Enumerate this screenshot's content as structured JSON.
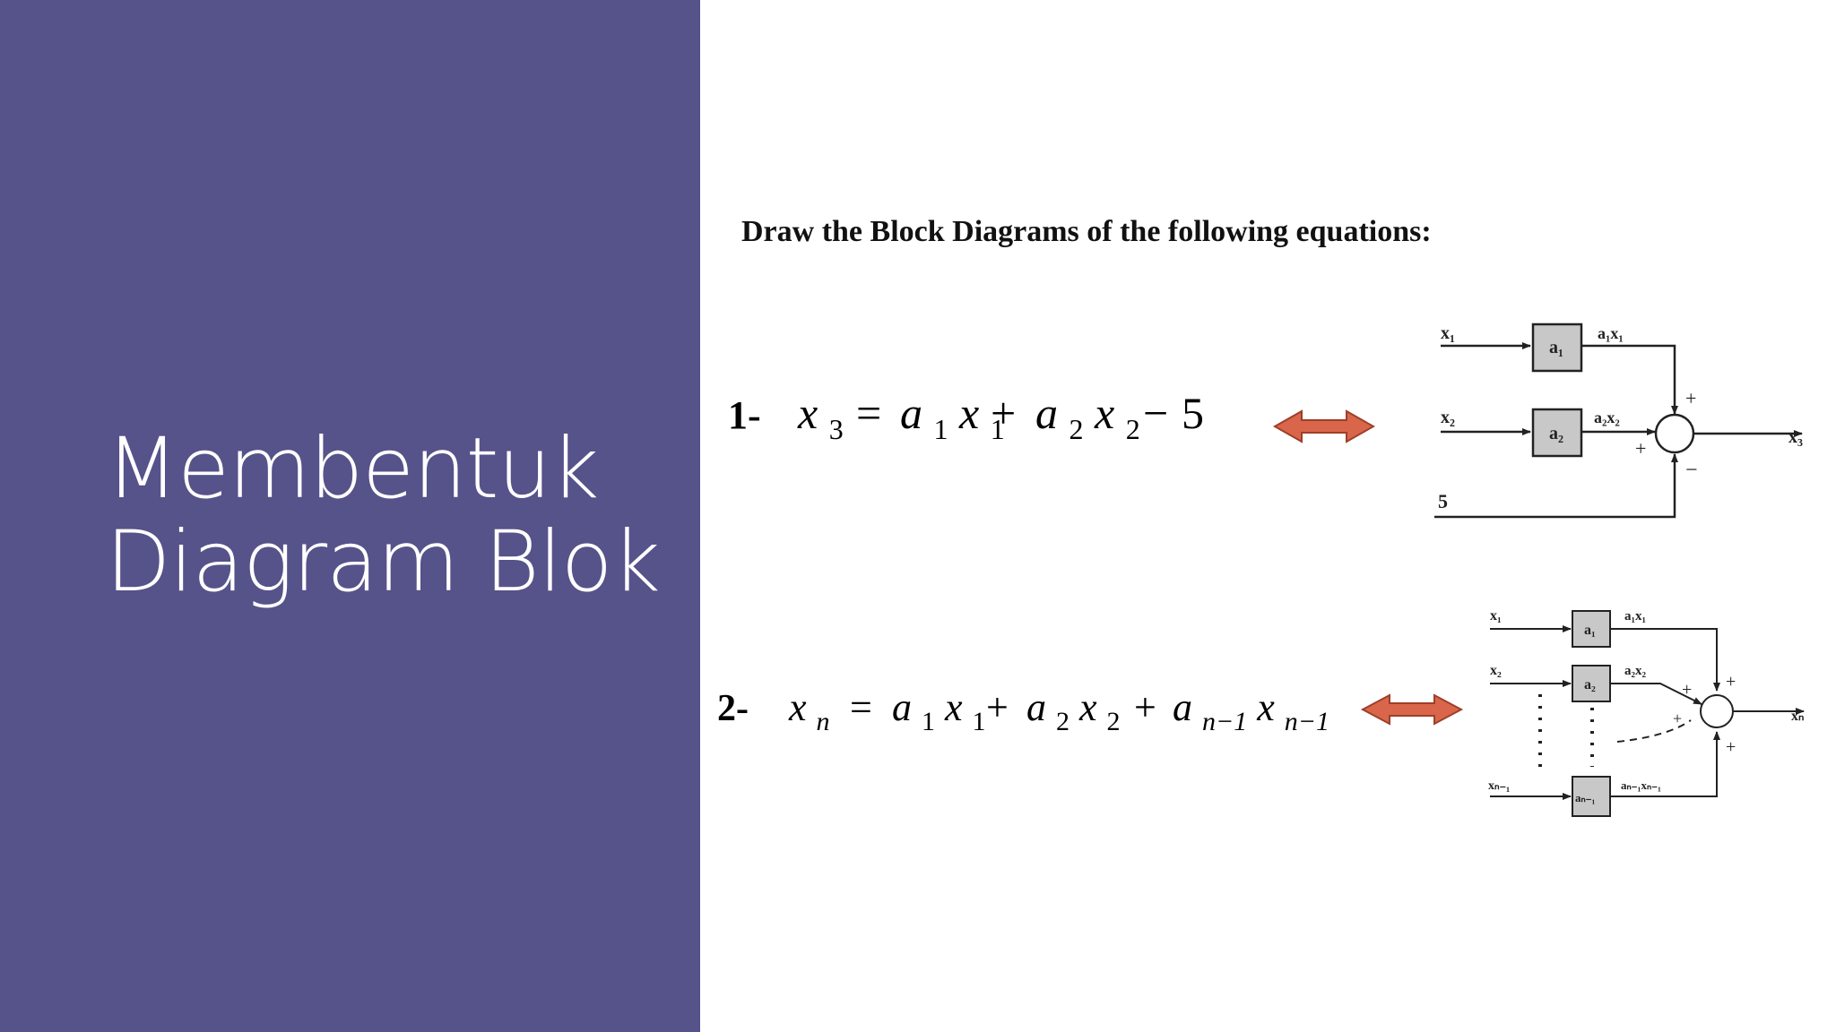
{
  "slide": {
    "title_line1": "Membentuk",
    "title_line2": "Diagram Blok",
    "instructions": "Draw the Block Diagrams of the following equations:"
  },
  "colors": {
    "left_panel": "#56528a",
    "arrow": "#d9664a",
    "block_fill": "#c8c8c8"
  },
  "equation1": {
    "number": "1-",
    "lhs_var": "x",
    "lhs_sub": "3",
    "equals": "=",
    "t1_coef": "a",
    "t1_coef_sub": "1",
    "t1_var": "x",
    "t1_var_sub": "1",
    "plus": "+",
    "t2_coef": "a",
    "t2_coef_sub": "2",
    "t2_var": "x",
    "t2_var_sub": "2",
    "minus": "−",
    "const": "5"
  },
  "equation2": {
    "number": "2-",
    "lhs_var": "x",
    "lhs_sub": "n",
    "equals": "=",
    "t1_coef": "a",
    "t1_coef_sub": "1",
    "t1_var": "x",
    "t1_var_sub": "1",
    "plus1": "+",
    "t2_coef": "a",
    "t2_coef_sub": "2",
    "t2_var": "x",
    "t2_var_sub": "2",
    "plus2": "+",
    "t3_coef": "a",
    "t3_coef_sub": "n−1",
    "t3_var": "x",
    "t3_var_sub": "n−1"
  },
  "diagram1": {
    "in1": "x₁",
    "in2": "x₂",
    "in3": "5",
    "block1": "a₁",
    "block2": "a₂",
    "out1": "a₁x₁",
    "out2": "a₂x₂",
    "sign1": "+",
    "sign2": "+",
    "sign3": "−",
    "output": "x₃"
  },
  "diagram2": {
    "in1": "x₁",
    "in2": "x₂",
    "in3": "xₙ₋₁",
    "block1": "a₁",
    "block2": "a₂",
    "block3": "aₙ₋₁",
    "out1": "a₁x₁",
    "out2": "a₂x₂",
    "out3": "aₙ₋₁xₙ₋₁",
    "sign1": "+",
    "sign2": "+",
    "sign3": "+",
    "sign4": "+",
    "output": "xₙ"
  }
}
